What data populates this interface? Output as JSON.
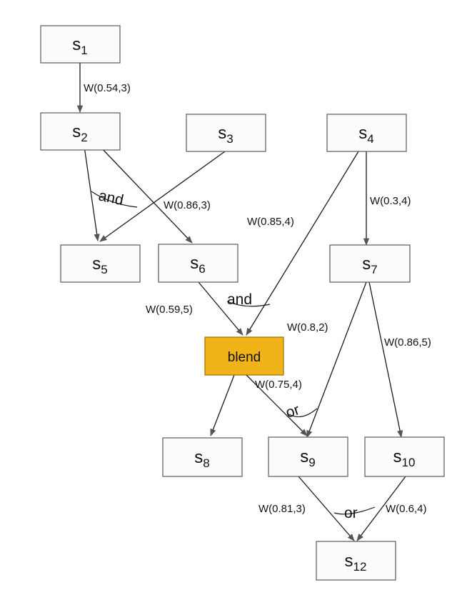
{
  "nodes": [
    {
      "id": "s1",
      "letter": "s",
      "sub": "1"
    },
    {
      "id": "s2",
      "letter": "s",
      "sub": "2"
    },
    {
      "id": "s3",
      "letter": "s",
      "sub": "3"
    },
    {
      "id": "s4",
      "letter": "s",
      "sub": "4"
    },
    {
      "id": "s5",
      "letter": "s",
      "sub": "5"
    },
    {
      "id": "s6",
      "letter": "s",
      "sub": "6"
    },
    {
      "id": "s7",
      "letter": "s",
      "sub": "7"
    },
    {
      "id": "blend",
      "label": "blend"
    },
    {
      "id": "s8",
      "letter": "s",
      "sub": "8"
    },
    {
      "id": "s9",
      "letter": "s",
      "sub": "9"
    },
    {
      "id": "s10",
      "letter": "s",
      "sub": "10"
    },
    {
      "id": "s12",
      "letter": "s",
      "sub": "12"
    }
  ],
  "edges": [
    {
      "from": "s1",
      "to": "s2",
      "label": "W(0.54,3)"
    },
    {
      "from": "s2",
      "to": "s5",
      "label": ""
    },
    {
      "from": "s2",
      "to": "s6",
      "label": "W(0.86,3)"
    },
    {
      "from": "s3",
      "to": "s5",
      "label": ""
    },
    {
      "from": "s4",
      "to": "blend",
      "label": "W(0.85,4)"
    },
    {
      "from": "s4",
      "to": "s7",
      "label": "W(0.3,4)"
    },
    {
      "from": "s6",
      "to": "blend",
      "label": "W(0.59,5)"
    },
    {
      "from": "s7",
      "to": "s9",
      "label": "W(0.8,2)"
    },
    {
      "from": "s7",
      "to": "s10",
      "label": "W(0.86,5)"
    },
    {
      "from": "blend",
      "to": "s8",
      "label": ""
    },
    {
      "from": "blend",
      "to": "s9",
      "label": "W(0.75,4)"
    },
    {
      "from": "s9",
      "to": "s12",
      "label": "W(0.81,3)"
    },
    {
      "from": "s10",
      "to": "s12",
      "label": "W(0.6,4)"
    }
  ],
  "gates": [
    {
      "id": "gate-s5",
      "label": "and"
    },
    {
      "id": "gate-blend",
      "label": "and"
    },
    {
      "id": "gate-s9",
      "label": "or"
    },
    {
      "id": "gate-s12",
      "label": "or"
    }
  ],
  "colors": {
    "blend_fill": "#f0b419",
    "node_fill": "#fbfbfb",
    "edge": "#1a1a1a"
  }
}
